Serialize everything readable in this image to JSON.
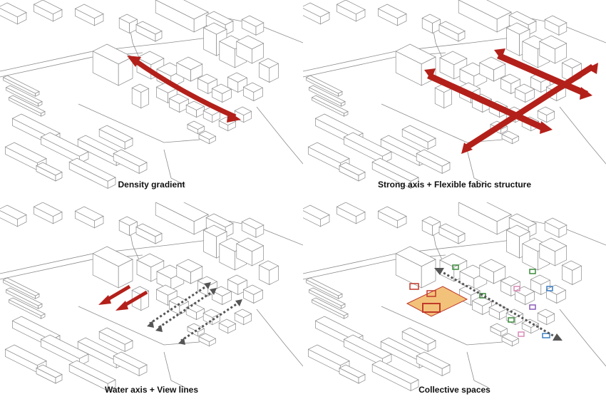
{
  "panels": [
    {
      "id": "density",
      "caption": "Density gradient"
    },
    {
      "id": "axis",
      "caption": "Strong axis + Flexible fabric structure"
    },
    {
      "id": "water",
      "caption": "Water axis + View lines"
    },
    {
      "id": "collective",
      "caption": "Collective spaces"
    }
  ],
  "colors": {
    "arrow_red": "#b3201a",
    "view_line": "#555555",
    "highlight_orange": "#f3c27a",
    "collective_red": "#c0392b",
    "collective_green": "#3c8c3c",
    "collective_blue": "#3a7fc4",
    "collective_purple": "#8a5cb8",
    "collective_pink": "#d98ab5",
    "line_gray": "#8c8c8c"
  }
}
